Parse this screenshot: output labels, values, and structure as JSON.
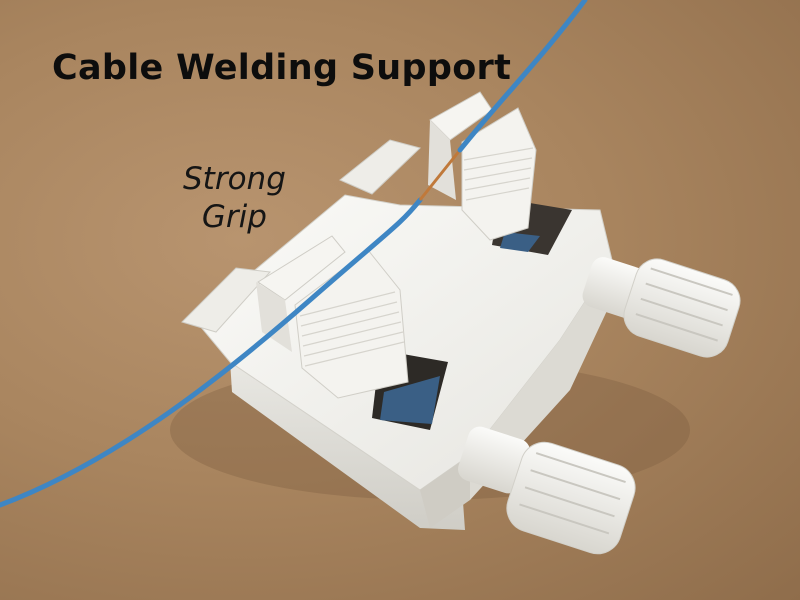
{
  "photo": {
    "title": "Cable Welding Support",
    "caption": {
      "line1": "Strong",
      "line2": "Grip"
    }
  },
  "colors": {
    "background": "#a98763",
    "device": "#f1f0ec",
    "cable": "#3e86c4",
    "insert": "#3a5f85",
    "text": "#111111"
  }
}
